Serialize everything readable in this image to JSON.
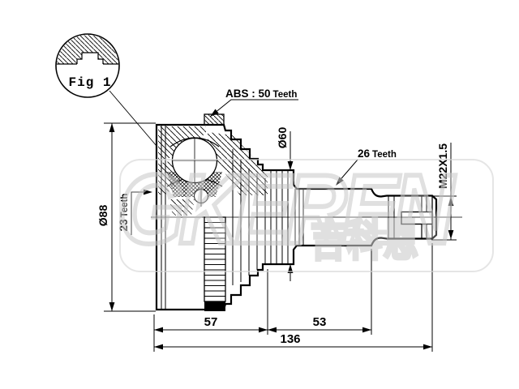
{
  "drawing": {
    "figure_label": "Fig 1",
    "abs_callout": {
      "prefix": "ABS : 50",
      "suffix": "Teeth"
    },
    "inner_spline": {
      "num": "23",
      "unit": "Teeth"
    },
    "outer_spline": {
      "num": "26",
      "unit": "Teeth"
    },
    "housing_diameter": "Ø88",
    "flange_diameter": "Ø60",
    "thread_spec": "M22X1.5",
    "length_housing": "57",
    "length_shaft": "53",
    "length_total": "136"
  },
  "watermark": {
    "latin": "GKEREN",
    "cjk": "吉科恩"
  },
  "colors": {
    "line": "#000000",
    "background": "#ffffff",
    "watermark_gray": "#cccccc"
  }
}
